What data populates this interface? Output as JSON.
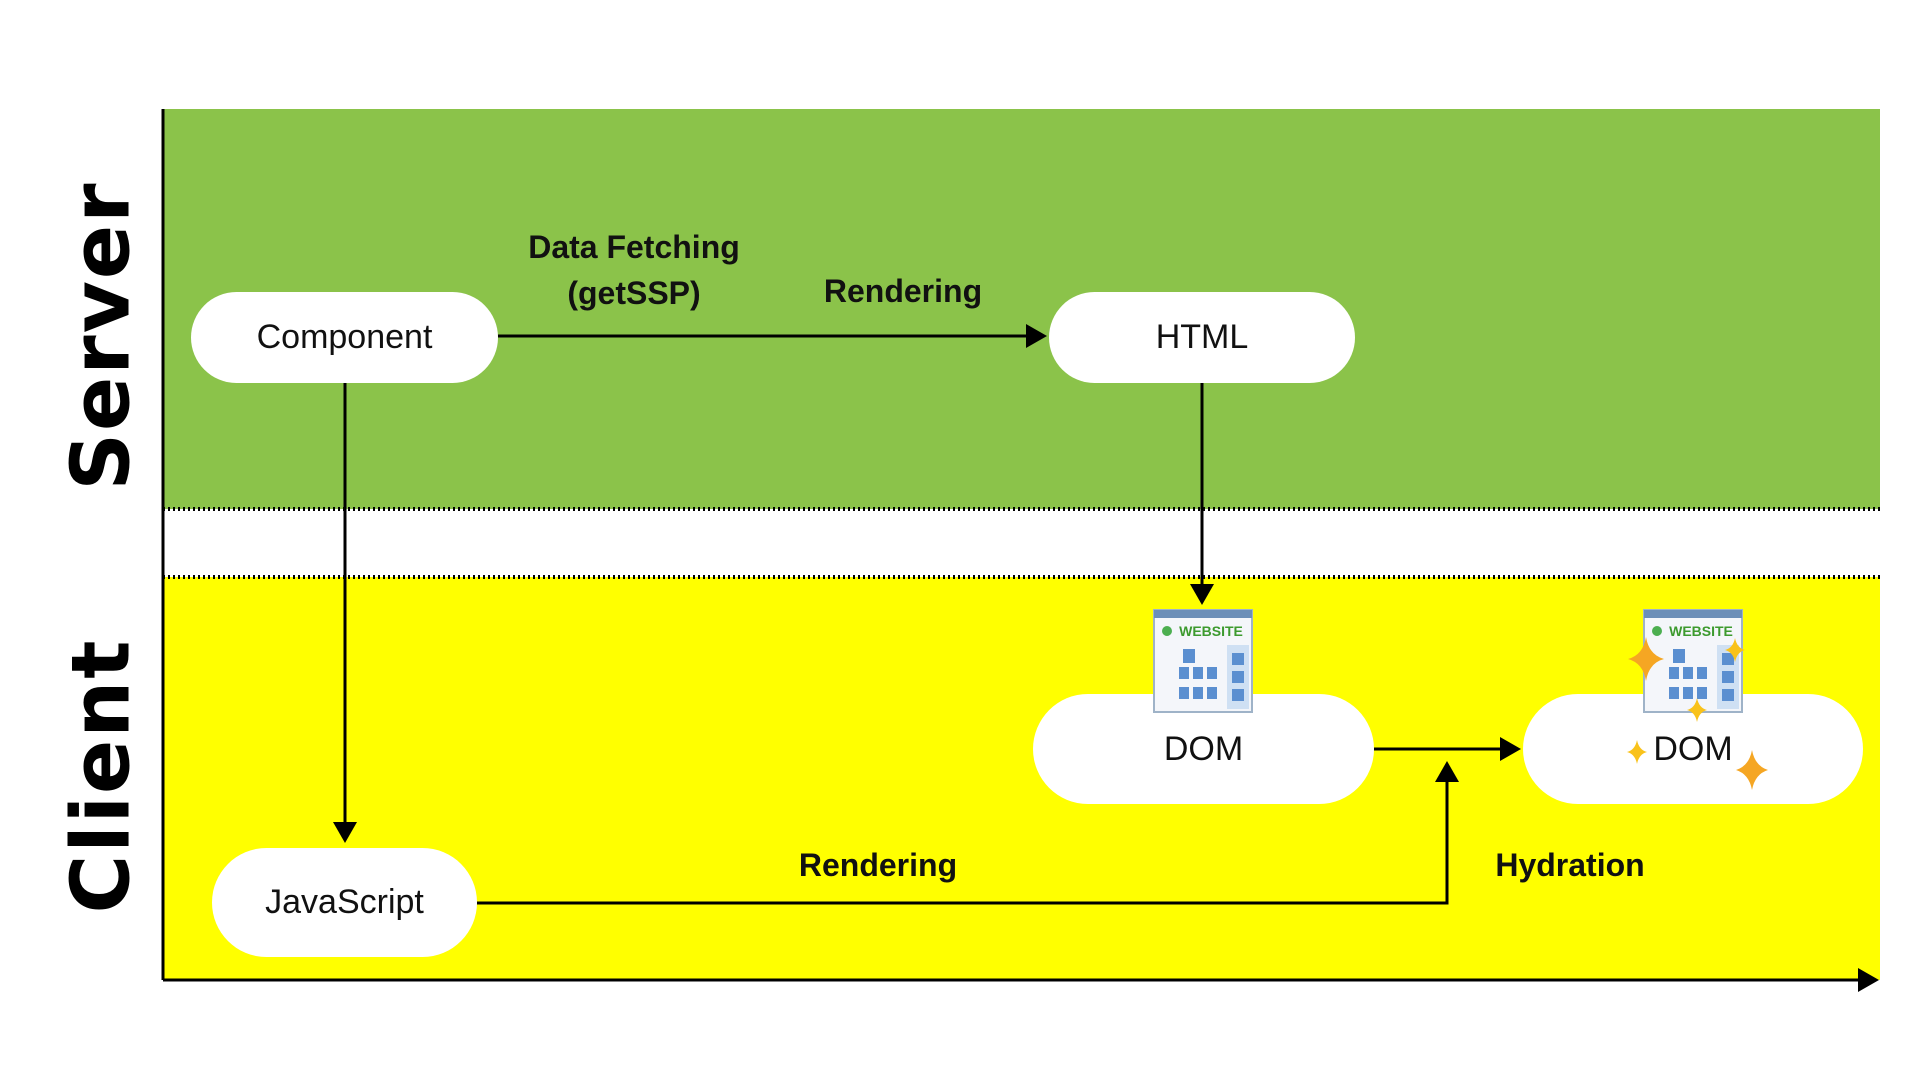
{
  "lanes": {
    "server": {
      "label": "Server",
      "color": "#8bc34a"
    },
    "client": {
      "label": "Client",
      "color": "#ffff00"
    }
  },
  "nodes": {
    "component": "Component",
    "html": "HTML",
    "javascript": "JavaScript",
    "dom": "DOM",
    "dom_hydrated": "DOM"
  },
  "edges": {
    "data_fetching": "Data Fetching",
    "data_fetching_sub": "(getSSP)",
    "server_rendering": "Rendering",
    "client_rendering": "Rendering",
    "hydration": "Hydration"
  },
  "icons": {
    "website_text": "WEBSITE",
    "website_icon": "website-page-icon",
    "sparkle_icon": "sparkle-icon",
    "sparkle_color": "#f5a623"
  }
}
